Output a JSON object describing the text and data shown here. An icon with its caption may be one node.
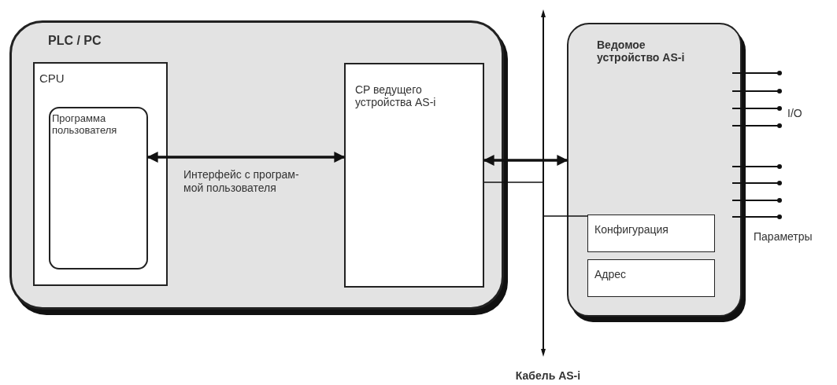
{
  "diagram": {
    "nodes": [
      {
        "text": [
          "PLC / PC"
        ]
      },
      {
        "text": [
          "CPU"
        ],
        "in": 0
      },
      {
        "text": [
          "Программа пользователя"
        ],
        "in": 1
      },
      {
        "text": [
          "CP ведущего устройства AS-i"
        ],
        "in": 0
      },
      {
        "text": [
          "Ведомое устройство AS-i"
        ]
      },
      {
        "text": [
          "Конфигурация"
        ],
        "in": 4
      },
      {
        "text": [
          "Адрес"
        ],
        "in": 4
      },
      {
        "text": [],
        "shape": "bar",
        "beside": [
          "Кабель AS-i"
        ]
      }
    ],
    "edges": [
      {
        "from": 2,
        "to": 3,
        "arrow": "both",
        "label": "Интерфейс с програм- мой пользователя",
        "style": "thick"
      },
      {
        "from": 3,
        "to": 4,
        "arrow": "both",
        "style": "thick"
      },
      {
        "from": 3,
        "to": 7,
        "arrow": "none"
      },
      {
        "from": 7,
        "to": 5,
        "arrow": "none"
      }
    ],
    "labels": [
      "I/O",
      "Параметры"
    ]
  }
}
